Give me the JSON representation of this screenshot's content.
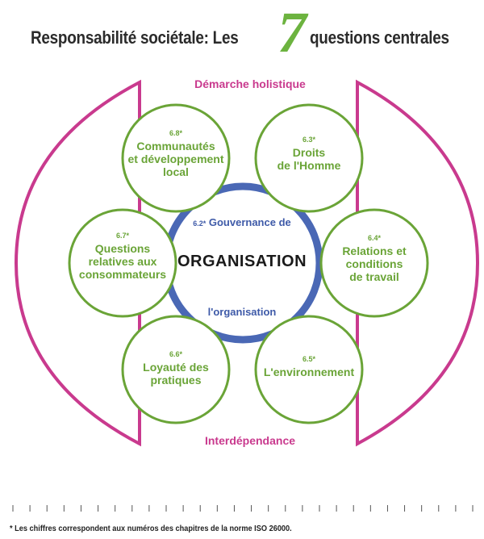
{
  "title": {
    "before": "Responsabilité sociétale: Les",
    "number": "7",
    "after": "questions centrales"
  },
  "arcs": {
    "top_label": "Démarche holistique",
    "bottom_label": "Interdépendance"
  },
  "center": {
    "governance_number": "6.2*",
    "governance_top": "Gouvernance de",
    "main": "ORGANISATION",
    "governance_bottom": "l'organisation"
  },
  "circles": [
    {
      "id": "6.8",
      "number": "6.8*",
      "lines": [
        "Communautés",
        "et développement",
        "local"
      ]
    },
    {
      "id": "6.3",
      "number": "6.3*",
      "lines": [
        "Droits",
        "de l'Homme"
      ]
    },
    {
      "id": "6.7",
      "number": "6.7*",
      "lines": [
        "Questions",
        "relatives aux",
        "consommateurs"
      ]
    },
    {
      "id": "6.4",
      "number": "6.4*",
      "lines": [
        "Relations et",
        "conditions",
        "de travail"
      ]
    },
    {
      "id": "6.6",
      "number": "6.6*",
      "lines": [
        "Loyauté des",
        "pratiques"
      ]
    },
    {
      "id": "6.5",
      "number": "6.5*",
      "lines": [
        "L'environnement"
      ]
    }
  ],
  "footnote": "* Les chiffres correspondent aux numéros des chapitres de la norme ISO 26000.",
  "colors": {
    "green": "#6aa437",
    "pink": "#c93a8e",
    "blue": "#4a68b5",
    "title_seven": "#6cb33f"
  }
}
